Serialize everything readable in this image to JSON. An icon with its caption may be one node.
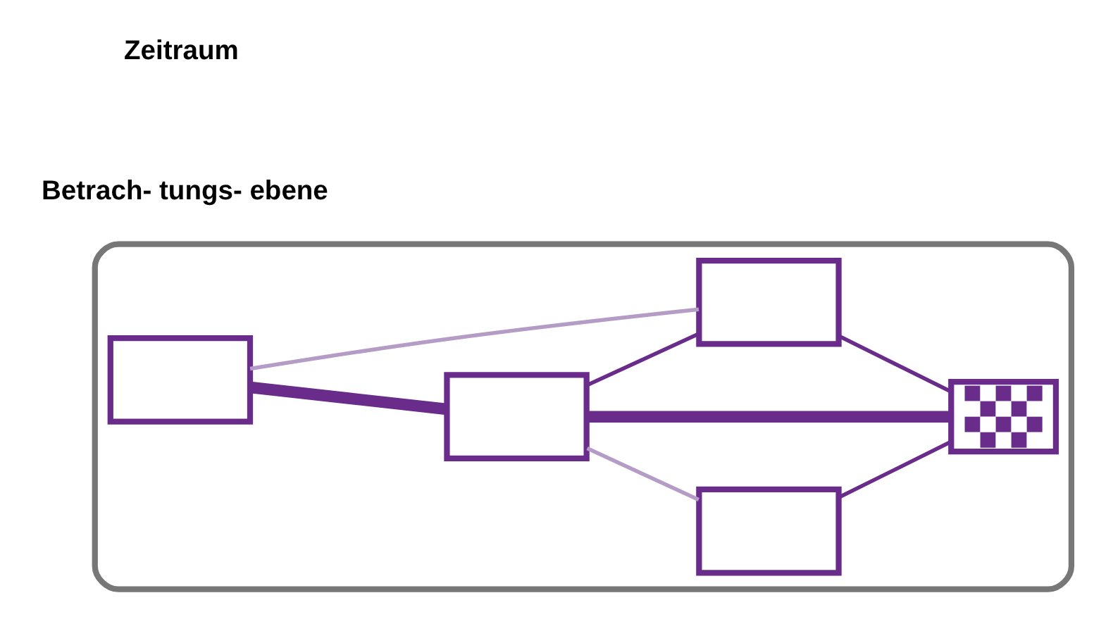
{
  "diagram": {
    "nodes": [
      {
        "text": [],
        "shape": "box"
      },
      {
        "text": [],
        "shape": "box",
        "in": 0
      },
      {
        "text": [],
        "shape": "box",
        "in": 0
      },
      {
        "text": [],
        "shape": "box",
        "in": 0
      },
      {
        "text": [],
        "shape": "box",
        "in": 0
      },
      {
        "text": [],
        "shape": "box",
        "in": 0
      }
    ],
    "edges": [
      {
        "from": 1,
        "to": 2,
        "arrow": "none",
        "style": "thick"
      },
      {
        "from": 2,
        "to": 3,
        "arrow": "none",
        "color": "#b49cc6"
      },
      {
        "from": 2,
        "to": 4,
        "arrow": "none"
      },
      {
        "from": 3,
        "to": 5,
        "arrow": "none"
      },
      {
        "from": 4,
        "to": 5,
        "arrow": "none"
      },
      {
        "from": 2,
        "to": 5,
        "arrow": "none",
        "style": "thick"
      },
      {
        "from": 1,
        "to": 4,
        "arrow": "none",
        "color": "#b49cc6"
      }
    ],
    "labels": [
      "Betrach- tungs- ebene",
      "Zeitraum"
    ]
  }
}
